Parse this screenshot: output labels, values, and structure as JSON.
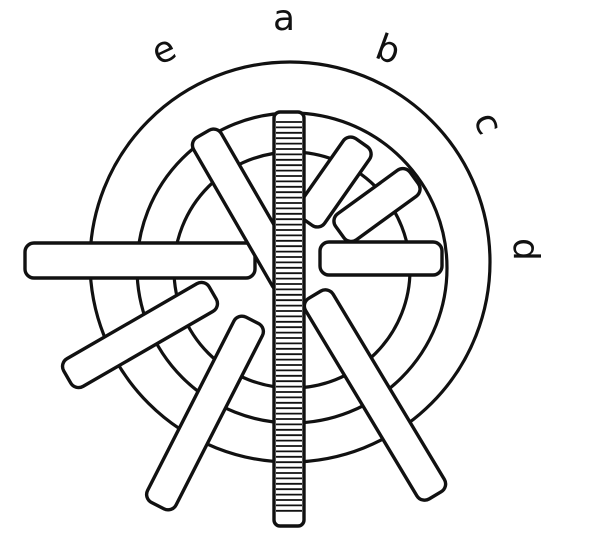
{
  "labels": {
    "a": "a",
    "b": "b",
    "c": "c",
    "d": "d",
    "e": "e"
  },
  "colors": {
    "ink": "#111111",
    "background": "#ffffff"
  }
}
